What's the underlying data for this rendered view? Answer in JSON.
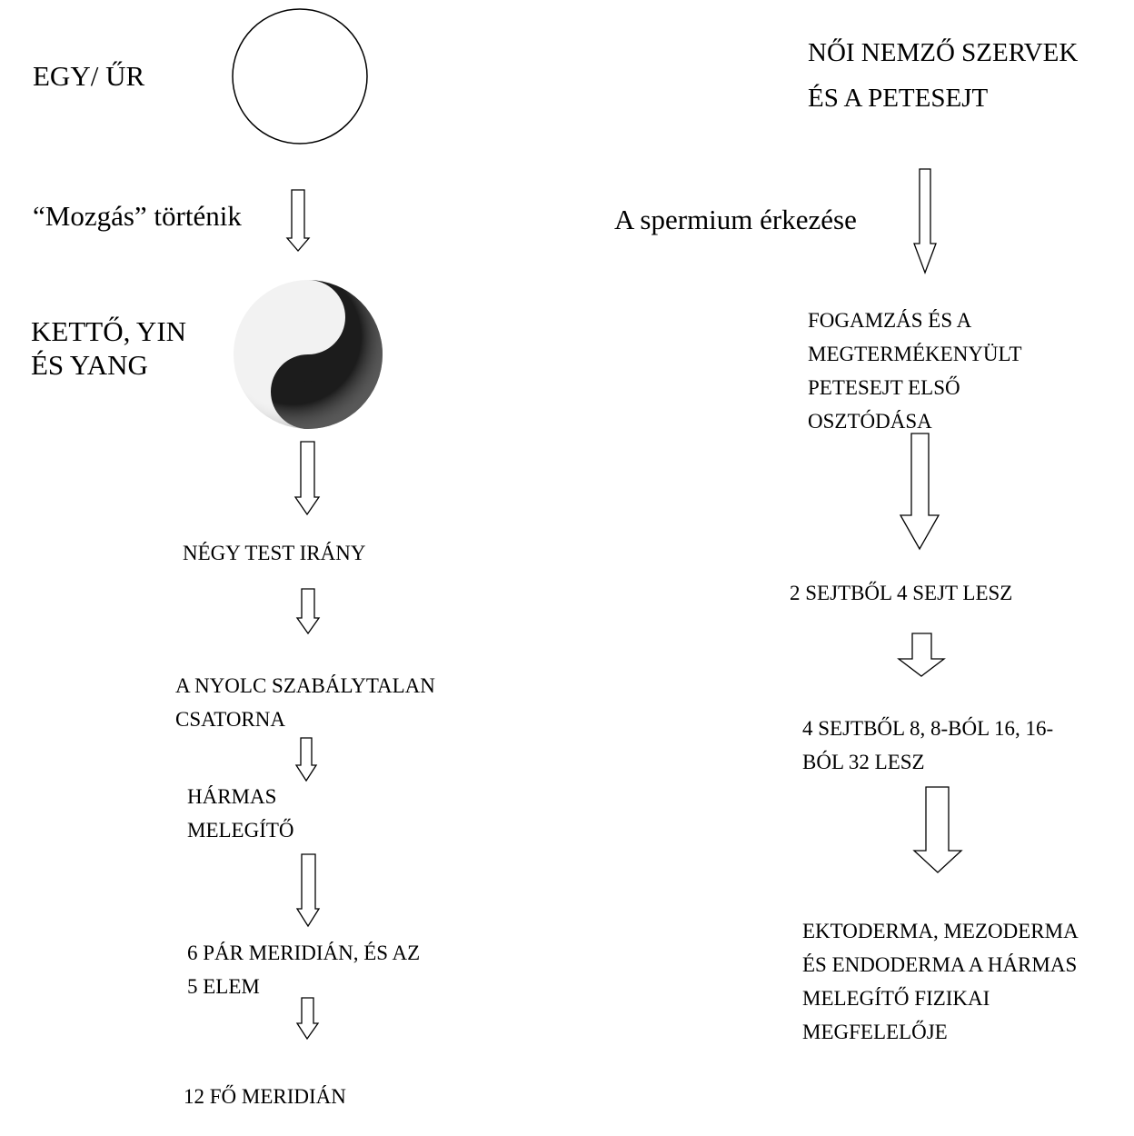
{
  "left": {
    "one_label": "EGY/ ŰR",
    "movement_label": "“Mozgás” történik",
    "yinyang_lines": [
      "KETTŐ, YIN",
      "ÉS YANG"
    ],
    "four_directions": "NÉGY TEST IRÁNY",
    "eight_channels_lines": [
      "A NYOLC SZABÁLYTALAN",
      "CSATORNA"
    ],
    "triple_warmer_lines": [
      "HÁRMAS",
      "MELEGÍTŐ"
    ],
    "meridian_pairs_lines": [
      "6 PÁR MERIDIÁN, ÉS AZ",
      "5 ELEM"
    ],
    "main_meridians": "12 FŐ MERIDIÁN"
  },
  "right": {
    "title_lines": [
      "NŐI NEMZŐ SZERVEK",
      "ÉS A PETESEJT"
    ],
    "sperm_label": "A spermium érkezése",
    "conception_lines": [
      "FOGAMZÁS ÉS A",
      "MEGTERMÉKENYÜLT",
      "PETESEJT ELSŐ",
      "OSZTÓDÁSA"
    ],
    "two_to_four": "2 SEJTBŐL 4 SEJT LESZ",
    "four_to_32_lines": [
      "4 SEJTBŐL 8, 8-BÓL 16, 16-",
      "BÓL 32 LESZ"
    ],
    "germ_layers_lines": [
      "EKTODERMA, MEZODERMA",
      "ÉS ENDODERMA A HÁRMAS",
      "MELEGÍTŐ FIZIKAI",
      "MEGFELELŐJE"
    ]
  }
}
